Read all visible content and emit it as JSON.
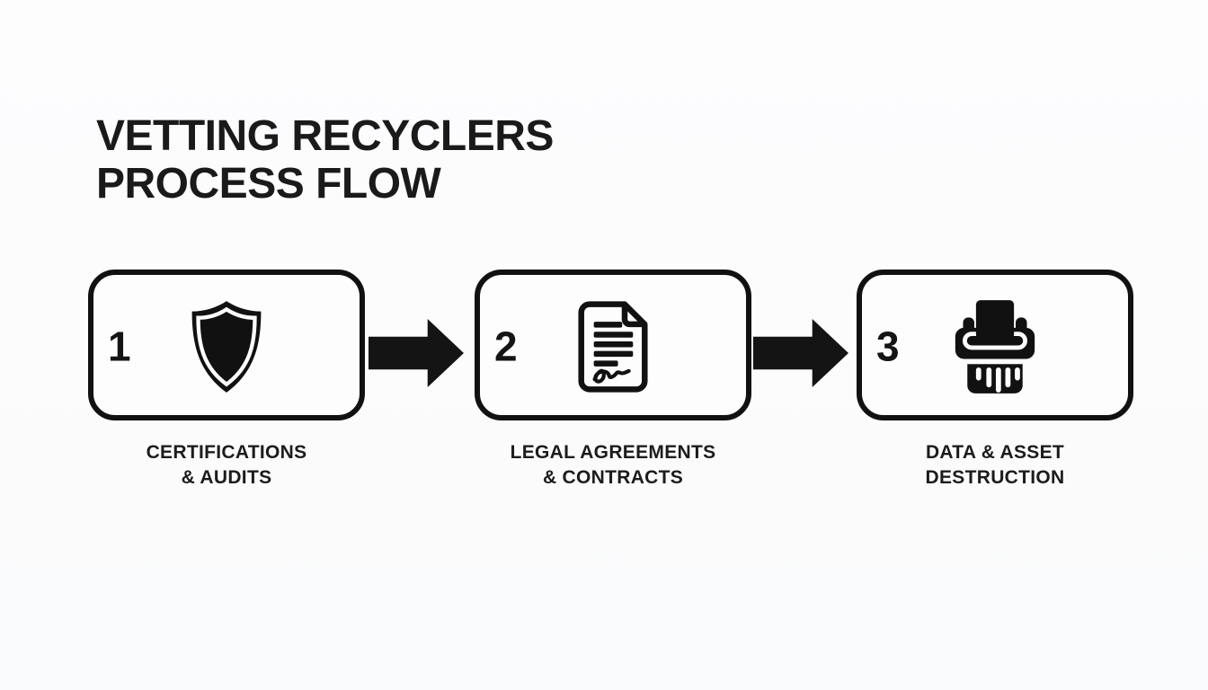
{
  "title": {
    "line1": "VETTING RECYCLERS",
    "line2": "PROCESS FLOW"
  },
  "steps": [
    {
      "number": "1",
      "icon": "shield-icon",
      "label": [
        "CERTIFICATIONS",
        "& AUDITS"
      ]
    },
    {
      "number": "2",
      "icon": "signed-document-icon",
      "label": [
        "LEGAL AGREEMENTS",
        "& CONTRACTS"
      ]
    },
    {
      "number": "3",
      "icon": "shredder-icon",
      "label": [
        "DATA & ASSET",
        "DESTRUCTION"
      ]
    }
  ],
  "colors": {
    "ink": "#141414",
    "background": "#fbfbfc"
  }
}
